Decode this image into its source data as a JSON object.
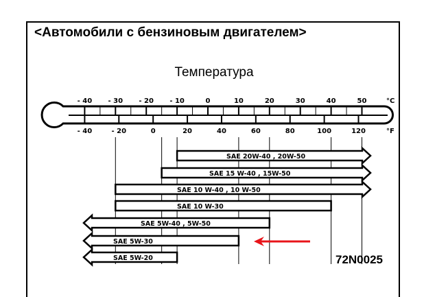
{
  "title": "<Автомобили с бензиновым двигателем>",
  "subtitle": "Температура",
  "code": "72N0025",
  "colors": {
    "ink": "#000000",
    "highlight_arrow": "#e8141a"
  },
  "thermometer": {
    "celsius_unit": "°C",
    "fahrenheit_unit": "°F",
    "celsius_ticks": [
      -40,
      -30,
      -20,
      -10,
      0,
      10,
      20,
      30,
      40,
      50
    ],
    "fahrenheit_ticks": [
      -40,
      -20,
      0,
      20,
      40,
      60,
      80,
      100,
      120
    ]
  },
  "grades": [
    {
      "label": "SAE  20W-40 , 20W-50",
      "min_c": -10,
      "max_c": null
    },
    {
      "label": "SAE 15 W-40 , 15W-50",
      "min_c": -15,
      "max_c": null
    },
    {
      "label": "SAE  10 W-40 , 10 W-50",
      "min_c": -30,
      "max_c": null
    },
    {
      "label": "SAE  10 W-30",
      "min_c": -30,
      "max_c": 40
    },
    {
      "label": "SAE   5W-40 , 5W-50",
      "min_c": null,
      "max_c": 20
    },
    {
      "label": "SAE   5W-30",
      "min_c": null,
      "max_c": 10,
      "highlighted": true
    },
    {
      "label": "SAE   5W-20",
      "min_c": null,
      "max_c": -10
    }
  ]
}
